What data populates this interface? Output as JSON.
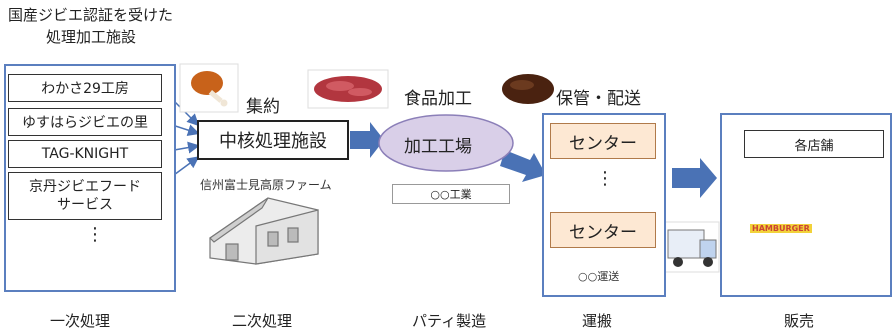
{
  "title": {
    "line1": "国産ジビエ認証を受けた",
    "line2": "処理加工施設"
  },
  "primary_facilities": [
    "わかさ29工房",
    "ゆすはらジビエの里",
    "TAG-KNIGHT"
  ],
  "primary_facility_multi": {
    "line1": "京丹ジビエフード",
    "line2": "サービス"
  },
  "dots": "⋮",
  "steps": {
    "collect": "集約",
    "food_processing": "食品加工",
    "storage_delivery": "保管・配送"
  },
  "core_facility": "中核処理施設",
  "core_facility_name": "信州富士見高原ファーム",
  "factory": "加工工場",
  "factory_name": "○○工業",
  "logistics_center_1": "センター",
  "logistics_center_2": "センター",
  "logistics_company": "○○運送",
  "stores": "各店舗",
  "burger_sign": "HAMBURGER",
  "bottom_labels": [
    "一次処理",
    "二次処理",
    "パティ製造",
    "運搬",
    "販売"
  ],
  "colors": {
    "panel_border": "#5b7fbf",
    "arrow": "#4a72b5",
    "center_fill": "#fde8d3",
    "ellipse_fill": "#d9cfe8"
  }
}
